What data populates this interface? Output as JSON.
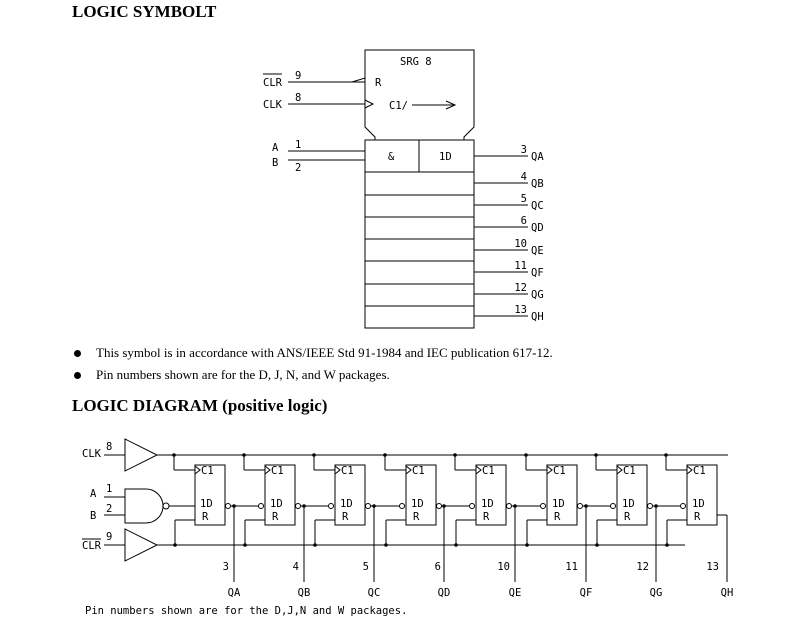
{
  "symbol": {
    "heading": "LOGIC SYMBOLT",
    "block_name": "SRG 8",
    "reset_label": "R",
    "clock_label": "C1/",
    "and_label": "&",
    "data_label": "1D",
    "inputs": [
      {
        "name": "CLR",
        "pin": "9",
        "inverted_bar": true
      },
      {
        "name": "CLK",
        "pin": "8",
        "inverted_bar": false
      },
      {
        "name": "A",
        "pin": "1",
        "inverted_bar": false
      },
      {
        "name": "B",
        "pin": "2",
        "inverted_bar": false
      }
    ],
    "outputs": [
      {
        "name": "QA",
        "pin": "3"
      },
      {
        "name": "QB",
        "pin": "4"
      },
      {
        "name": "QC",
        "pin": "5"
      },
      {
        "name": "QD",
        "pin": "6"
      },
      {
        "name": "QE",
        "pin": "10"
      },
      {
        "name": "QF",
        "pin": "11"
      },
      {
        "name": "QG",
        "pin": "12"
      },
      {
        "name": "QH",
        "pin": "13"
      }
    ]
  },
  "notes": [
    "This symbol is in accordance with ANS/IEEE Std 91-1984 and IEC publication 617-12.",
    "Pin numbers shown are for the D, J, N, and W packages."
  ],
  "diagram": {
    "heading": "LOGIC DIAGRAM (positive logic)",
    "inputs": [
      {
        "name": "CLK",
        "pin": "8"
      },
      {
        "name": "A",
        "pin": "1"
      },
      {
        "name": "B",
        "pin": "2"
      },
      {
        "name": "CLR",
        "pin": "9"
      }
    ],
    "ff_labels": {
      "clock": "C1",
      "data": "1D",
      "reset": "R"
    },
    "outputs": [
      {
        "name": "QA",
        "pin": "3"
      },
      {
        "name": "QB",
        "pin": "4"
      },
      {
        "name": "QC",
        "pin": "5"
      },
      {
        "name": "QD",
        "pin": "6"
      },
      {
        "name": "QE",
        "pin": "10"
      },
      {
        "name": "QF",
        "pin": "11"
      },
      {
        "name": "QG",
        "pin": "12"
      },
      {
        "name": "QH",
        "pin": "13"
      }
    ],
    "footnote": "Pin numbers shown are for the D,J,N and W packages."
  }
}
